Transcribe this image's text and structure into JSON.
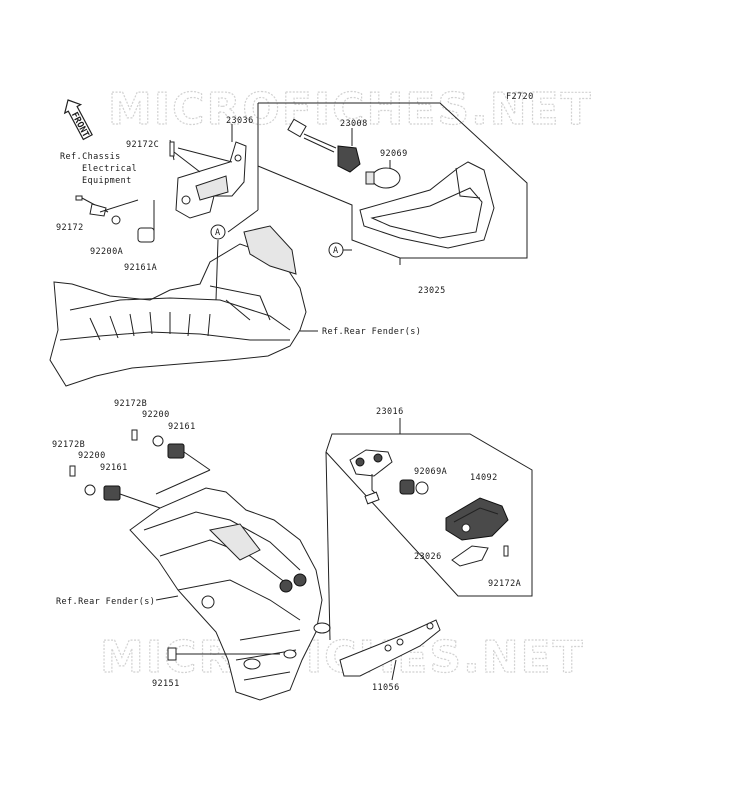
{
  "diagram": {
    "figure_code": "F2720",
    "watermark": "MICROFICHES.NET",
    "front_arrow": "FRONT",
    "labels": {
      "p23036": "23036",
      "p23008": "23008",
      "p92069": "92069",
      "p92172C": "92172C",
      "p92172_top": "92172",
      "p92200A": "92200A",
      "p92161A": "92161A",
      "p23025": "23025",
      "ref_chassis_1": "Ref.Chassis",
      "ref_chassis_2": "Electrical",
      "ref_chassis_3": "Equipment",
      "ref_rear_fender_top": "Ref.Rear Fender(s)",
      "callout_a1": "A",
      "callout_a2": "A",
      "p92172B_1": "92172B",
      "p92200_1": "92200",
      "p92161_1": "92161",
      "p92172B_2": "92172B",
      "p92200_2": "92200",
      "p92161_2": "92161",
      "p23016": "23016",
      "p92069A": "92069A",
      "p14092": "14092",
      "p23026": "23026",
      "p92172A": "92172A",
      "ref_rear_fender_bottom": "Ref.Rear Fender(s)",
      "p92151": "92151",
      "p11056": "11056"
    }
  }
}
